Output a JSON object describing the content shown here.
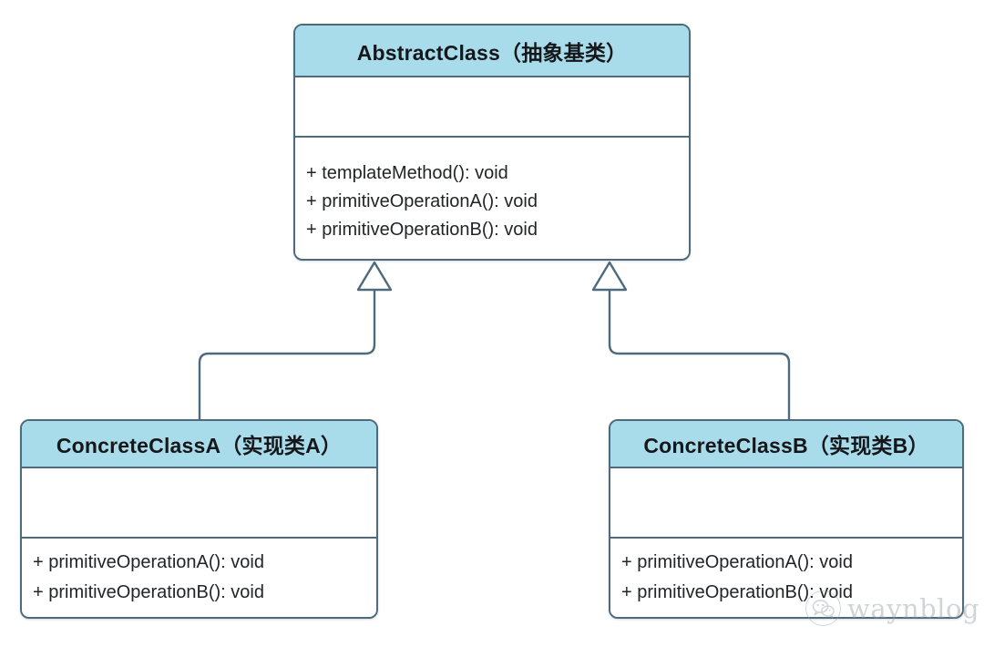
{
  "diagram": {
    "type": "uml-class-diagram",
    "title": "Template Method Pattern Class Diagram",
    "colors": {
      "header_fill": "#a8dcea",
      "border": "#4d6b7d",
      "body_fill": "#ffffff",
      "text": "#16171a",
      "connector": "#4d6b7d",
      "watermark": "#9aa1a6"
    }
  },
  "classes": {
    "abstract": {
      "name": "AbstractClass（抽象基类）",
      "attributes": [],
      "methods": [
        "+ templateMethod(): void",
        "+ primitiveOperationA(): void",
        "+ primitiveOperationB(): void"
      ]
    },
    "concrete_a": {
      "name": "ConcreteClassA（实现类A）",
      "attributes": [],
      "methods": [
        "+ primitiveOperationA(): void",
        "+ primitiveOperationB(): void"
      ]
    },
    "concrete_b": {
      "name": "ConcreteClassB（实现类B）",
      "attributes": [],
      "methods": [
        "+ primitiveOperationA(): void",
        "+ primitiveOperationB(): void"
      ]
    }
  },
  "relationships": [
    {
      "type": "generalization",
      "from": "ConcreteClassA（实现类A）",
      "to": "AbstractClass（抽象基类）",
      "arrow": "hollow-triangle"
    },
    {
      "type": "generalization",
      "from": "ConcreteClassB（实现类B）",
      "to": "AbstractClass（抽象基类）",
      "arrow": "hollow-triangle"
    }
  ],
  "watermark": {
    "text": "waynblog",
    "icon": "wechat-logo-icon"
  }
}
